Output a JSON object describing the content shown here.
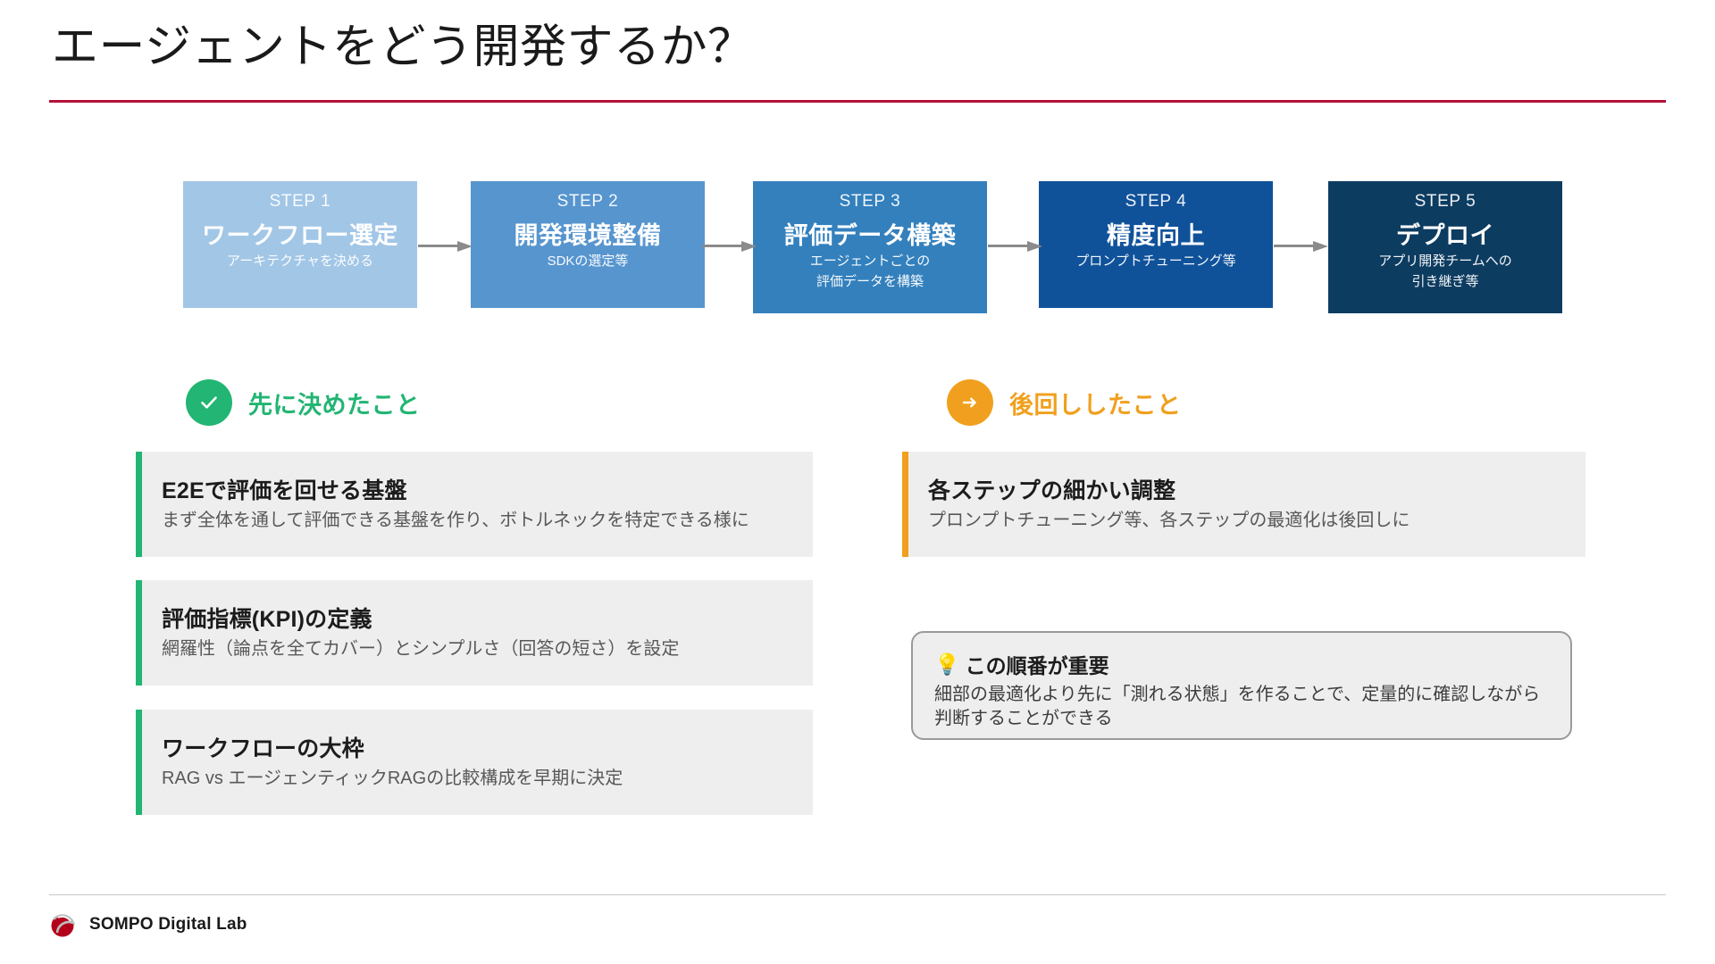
{
  "slide": {
    "title": "エージェントをどう開発するか？",
    "accent_rule_color": "#b3123a"
  },
  "steps": [
    {
      "label": "STEP 1",
      "title": "ワークフロー選定",
      "sub": "アーキテクチャを決める",
      "sub2": "",
      "color": "#a2c6e6"
    },
    {
      "label": "STEP 2",
      "title": "開発環境整備",
      "sub": "SDKの選定等",
      "sub2": "",
      "color": "#5795cf"
    },
    {
      "label": "STEP 3",
      "title": "評価データ構築",
      "sub": "エージェントごとの",
      "sub2": "評価データを構築",
      "color": "#3380bd"
    },
    {
      "label": "STEP 4",
      "title": "精度向上",
      "sub": "プロンプトチューニング等",
      "sub2": "",
      "color": "#10529a"
    },
    {
      "label": "STEP 5",
      "title": "デプロイ",
      "sub": "アプリ開発チームへの",
      "sub2": "引き継ぎ等",
      "color": "#0d3c61"
    }
  ],
  "sections": {
    "decided": {
      "icon": "check-icon",
      "title": "先に決めたこと",
      "color": "#22b573",
      "cards": [
        {
          "title": "E2Eで評価を回せる基盤",
          "sub": "まず全体を通して評価できる基盤を作り、ボトルネックを特定できる様に"
        },
        {
          "title": "評価指標(KPI)の定義",
          "sub": "網羅性（論点を全てカバー）とシンプルさ（回答の短さ）を設定"
        },
        {
          "title": "ワークフローの大枠",
          "sub": "RAG vs エージェンティックRAGの比較構成を早期に決定"
        }
      ]
    },
    "deferred": {
      "icon": "arrow-right-icon",
      "title": "後回ししたこと",
      "color": "#f0a01e",
      "cards": [
        {
          "title": "各ステップの細かい調整",
          "sub": "プロンプトチューニング等、各ステップの最適化は後回しに"
        }
      ],
      "callout": {
        "icon": "💡",
        "title": "この順番が重要",
        "line1": "細部の最適化より先に「測れる状態」を作ることで、定量的に確認しながら",
        "line2": "判断することができる"
      }
    }
  },
  "footer": {
    "brand": "SOMPO Digital Lab"
  }
}
